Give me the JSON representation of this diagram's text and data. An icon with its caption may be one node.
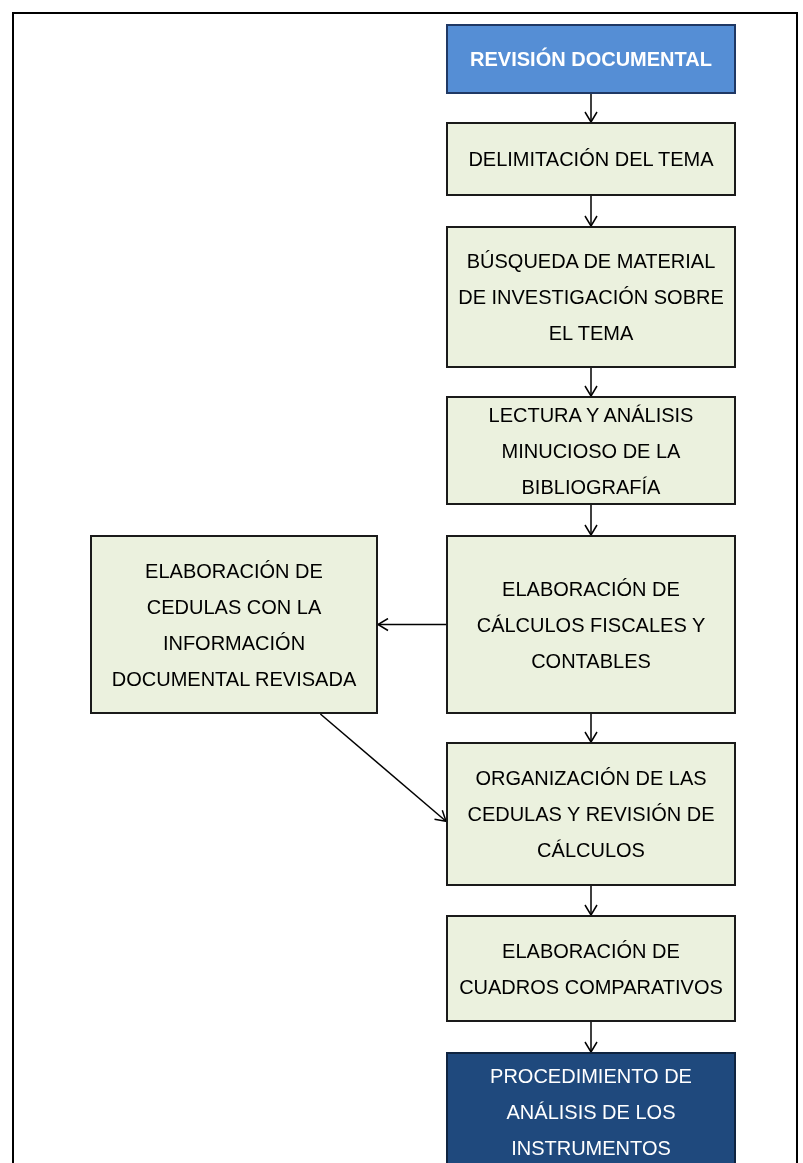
{
  "diagram": {
    "nodes": [
      {
        "text": [
          "REVISIÓN DOCUMENTAL"
        ]
      },
      {
        "text": [
          "DELIMITACIÓN DEL TEMA"
        ]
      },
      {
        "text": [
          "BÚSQUEDA DE MATERIAL DE INVESTIGACIÓN SOBRE EL TEMA"
        ]
      },
      {
        "text": [
          "LECTURA Y ANÁLISIS MINUCIOSO DE LA BIBLIOGRAFÍA"
        ]
      },
      {
        "text": [
          "ELABORACIÓN DE CÁLCULOS FISCALES Y CONTABLES"
        ]
      },
      {
        "text": [
          "ELABORACIÓN DE CEDULAS CON LA INFORMACIÓN DOCUMENTAL REVISADA"
        ]
      },
      {
        "text": [
          "ORGANIZACIÓN DE LAS CEDULAS Y REVISIÓN DE CÁLCULOS"
        ]
      },
      {
        "text": [
          "ELABORACIÓN DE CUADROS COMPARATIVOS"
        ]
      },
      {
        "text": [
          "PROCEDIMIENTO DE ANÁLISIS DE LOS INSTRUMENTOS"
        ]
      }
    ],
    "edges": [
      {
        "from": 0,
        "to": 1,
        "arrow": "to"
      },
      {
        "from": 1,
        "to": 2,
        "arrow": "to"
      },
      {
        "from": 2,
        "to": 3,
        "arrow": "to"
      },
      {
        "from": 3,
        "to": 4,
        "arrow": "to"
      },
      {
        "from": 4,
        "to": 5,
        "arrow": "to"
      },
      {
        "from": 5,
        "to": 6,
        "arrow": "to"
      },
      {
        "from": 4,
        "to": 6,
        "arrow": "to"
      },
      {
        "from": 6,
        "to": 7,
        "arrow": "to"
      },
      {
        "from": 7,
        "to": 8,
        "arrow": "to"
      }
    ]
  }
}
